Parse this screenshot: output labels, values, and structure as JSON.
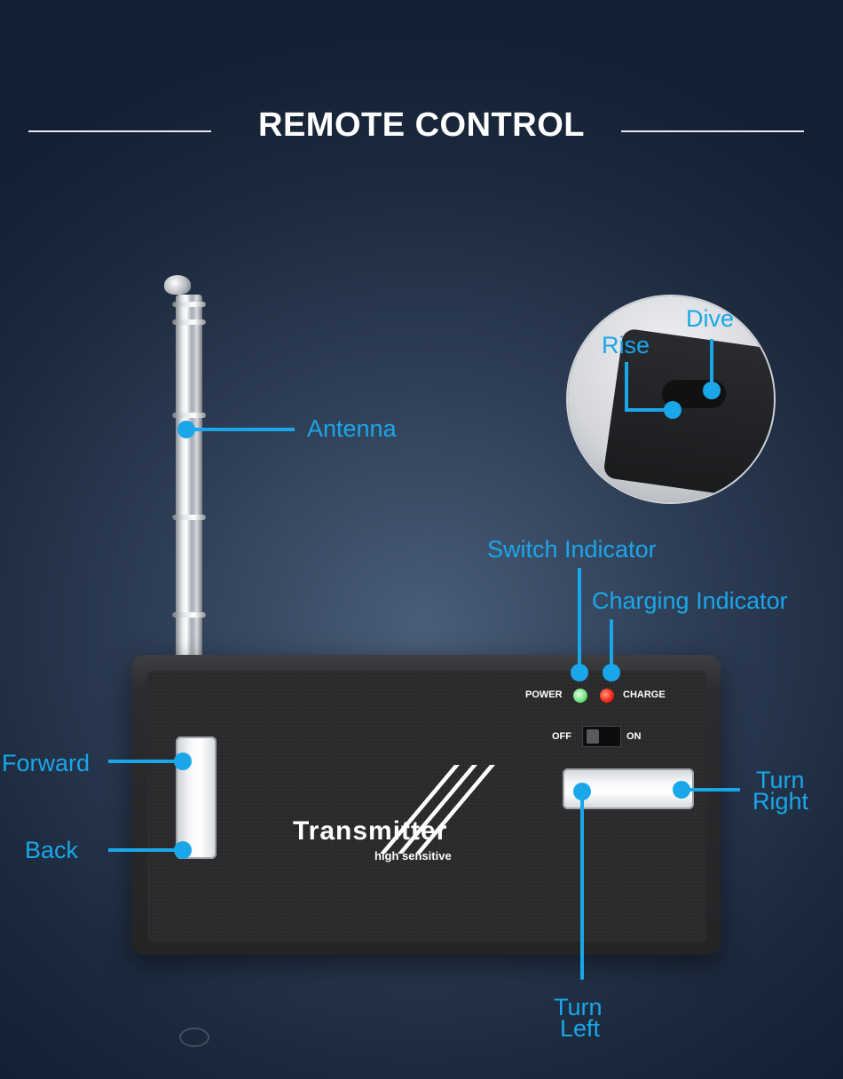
{
  "heading": "REMOTE CONTROL",
  "labels": {
    "antenna": "Antenna",
    "rise": "Rise",
    "dive": "Dive",
    "switch_indicator": "Switch Indicator",
    "charging_indicator": "Charging Indicator",
    "forward": "Forward",
    "back": "Back",
    "turn_right_1": "Turn",
    "turn_right_2": "Right",
    "turn_left_1": "Turn",
    "turn_left_2": "Left"
  },
  "device": {
    "power": "POWER",
    "charge": "CHARGE",
    "off": "OFF",
    "on": "ON",
    "brand": "Transmitter",
    "brand_sub": "high sensitive"
  },
  "colors": {
    "accent": "#1aa7ea",
    "background": "#1c2a3e",
    "device": "#2a2a2c"
  }
}
